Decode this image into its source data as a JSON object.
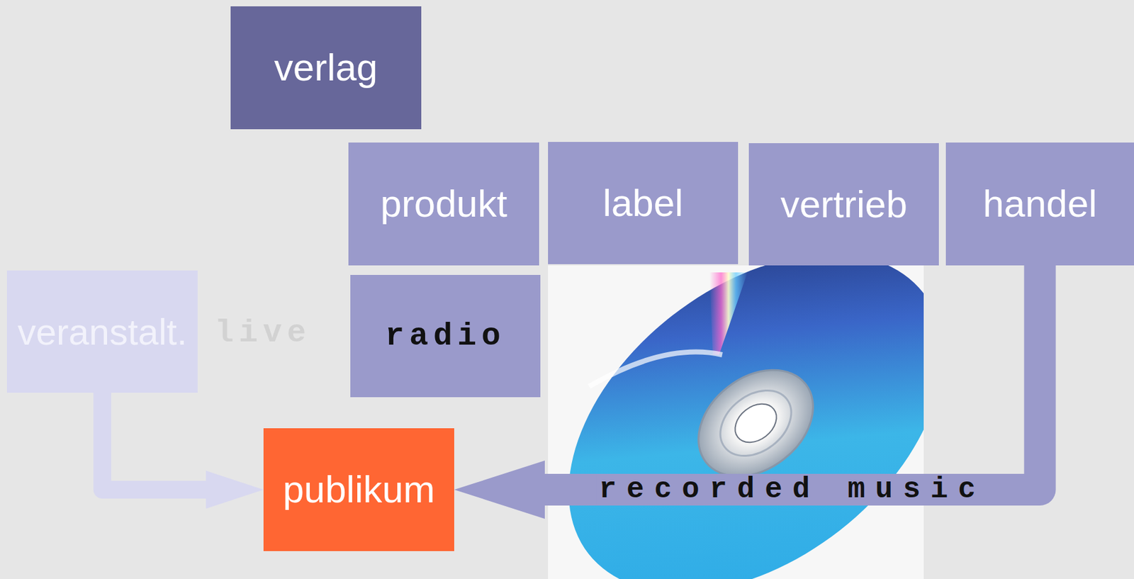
{
  "diagram": {
    "nodes": [
      {
        "text": [
          "verlag"
        ]
      },
      {
        "text": [
          "produkt"
        ]
      },
      {
        "text": [
          "label"
        ]
      },
      {
        "text": [
          "vertrieb"
        ]
      },
      {
        "text": [
          "handel"
        ]
      },
      {
        "text": [
          "veranstalt."
        ]
      },
      {
        "text": [
          "radio"
        ]
      },
      {
        "text": [
          "publikum"
        ]
      }
    ],
    "edges": [
      {
        "from": 4,
        "to": 7,
        "arrow": "to",
        "label": "recorded music"
      },
      {
        "from": 5,
        "to": 7,
        "arrow": "to"
      }
    ],
    "labels": [
      "live"
    ]
  }
}
